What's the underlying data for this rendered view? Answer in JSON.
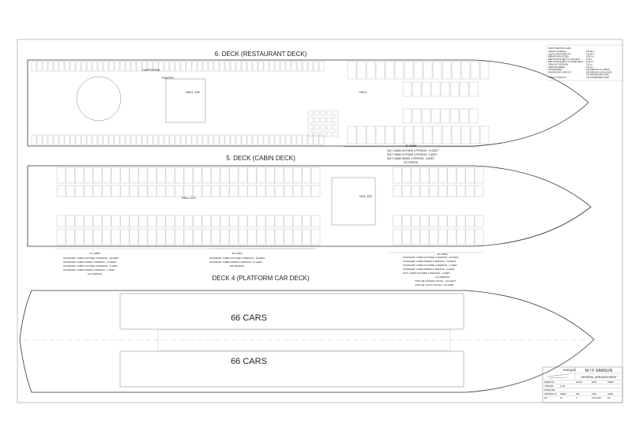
{
  "decks": [
    {
      "title": "6. DECK (RESTAURANT DECK)",
      "rooms": [
        "CAFETERIA",
        "PANTRY",
        "HALL 126",
        "HALL"
      ],
      "summary": [
        "24 CABIN",
        "SUIT CABIN OUTSIDE 4 PERSON : 10 ADET",
        "SUIT CABIN OUTSIDE 2 PERSON : 2 ADET",
        "SUIT CABIN INSIDE 4 PERSON : 6 ADET",
        "92 PERSON"
      ]
    },
    {
      "title": "5. DECK (CABIN DECK)",
      "rooms": [
        "HALL 222",
        "HOL 222"
      ],
      "summary_left": [
        "37 CABIN",
        "STANDART CABIN OUTSIDE 4 PERSON : 20 ADET",
        "STANDART CABIN INSIDE 4 PERSON : 14 ADET",
        "STANDART CABIN OUTSIDE 2 PERSON : 2 ADET",
        "STANDART CABIN INSIDE 2 PERSON : 1 ADET",
        "144 PERSON"
      ],
      "summary_mid": [
        "39 CABIN",
        "STANDART CABIN OUTSIDE 4 PERSON : 28 ADET",
        "STANDART CABIN INSIDE 4 PERSON : 11 ADET",
        "156 PERSON"
      ],
      "summary_right": [
        "36 CABIN",
        "STANDART CABIN OUTSIDE 4 PERSON : 22 ADET",
        "STANDART CABIN INSIDE 4 PERSON : 10 ADET",
        "STANDART CABIN OUTSIDE 2 PERSON : 4 ADET",
        "STANDART CABIN INSIDE 2 PERSON : 0 ADET",
        "SUIT CABIN OUTSIDE 4 PERSON : 2 ADET",
        "144 PERSON",
        "TOPLAM KAMARA SAYISI : 131 ADET",
        "TOPLAM YOLCU SAYISI : 414 ADET"
      ]
    },
    {
      "title": "DECK 4 (PLATFORM CAR DECK)",
      "cars_top": "66 CARS",
      "cars_bottom": "66 CARS"
    }
  ],
  "particulars": {
    "title": "MAIN PARTICULARS",
    "rows": [
      [
        "LENGTH OVERALL",
        "137.00 m"
      ],
      [
        "LENGTH BETWEEN P.P.",
        "130.00 m"
      ],
      [
        "BREADTH MOULDED",
        "20.00 m"
      ],
      [
        "DEPTH MOULDED TO CAR DECK",
        "6.20 m"
      ],
      [
        "DEPTH MOULDED TO UPPER DECK",
        "11.80 m"
      ],
      [
        "DRAUGHT (DESIGN)",
        "5.40 m"
      ],
      [
        "SERVICE SPEED",
        "18 knot"
      ],
      [
        "PASSENGERS",
        "414 PERSON IN CABINS"
      ],
      [
        "PASSENGER CAPACITY",
        "506 PERSON IN SALOONS"
      ],
      [
        "",
        "132 PASSENGER CARS"
      ],
      [
        "CARGO CAPACITY",
        "132 PASSENGER CARS"
      ]
    ]
  },
  "title_block": {
    "company": "ENDAZE",
    "vessel": "M / F SAMSUN",
    "drawing": "GENERAL ARRANGEMENT",
    "rows": [
      [
        "DRAWN BY",
        "",
        "SCALE",
        "DATE",
        "SHEET"
      ],
      [
        "CHECKED",
        "1:100",
        "",
        "",
        ""
      ],
      [
        "APPROVED",
        "",
        "",
        "",
        ""
      ],
      [
        "DRAWING NO",
        "SHEET",
        "REV",
        "DATE",
        "NAME"
      ],
      [
        "001",
        "1/1",
        "A",
        "01.01.2010",
        "E.P."
      ]
    ]
  }
}
